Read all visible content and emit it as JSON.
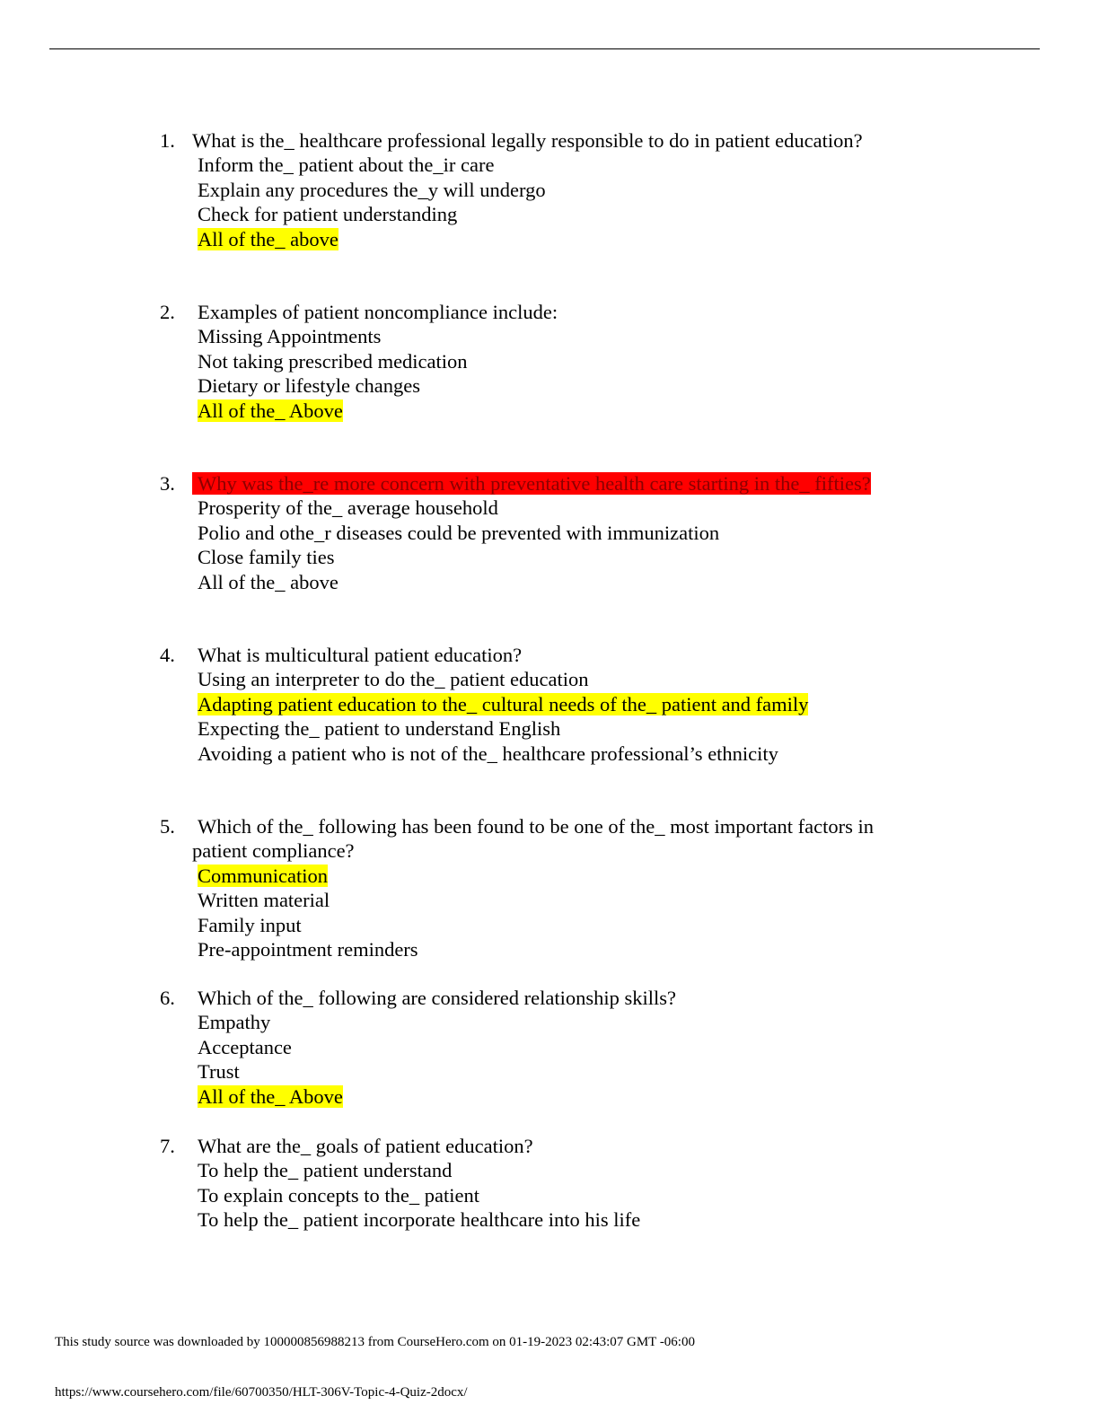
{
  "questions": [
    {
      "num": "1.",
      "text": "What is the_ healthcare professional legally responsible to do in patient education?",
      "options": [
        "Inform the_ patient about the_ir care",
        "Explain any procedures the_y will undergo",
        "Check for patient understanding",
        "All of the_ above"
      ],
      "highlight_option": 3
    },
    {
      "num": "2.",
      "text": "Examples of patient noncompliance include:",
      "options": [
        "Missing Appointments",
        "Not taking prescribed medication",
        "Dietary or lifestyle changes",
        "All of the_ Above"
      ],
      "highlight_option": 3
    },
    {
      "num": "3.",
      "text": "Why was the_re more concern with preventative health care starting in the_ fifties?",
      "options": [
        "Prosperity of the_ average household",
        "Polio and othe_r diseases could be prevented with immunization",
        "Close family ties",
        "All of the_ above"
      ],
      "highlight_question_color": "#ff0000"
    },
    {
      "num": "4.",
      "text": "What is multicultural patient education?",
      "options": [
        "Using an interpreter to do the_ patient education",
        "Adapting patient education to the_ cultural needs of the_ patient and family",
        "Expecting the_ patient to understand English",
        "Avoiding a patient who is not of the_ healthcare professional’s ethnicity"
      ],
      "highlight_option": 1
    },
    {
      "num": "5.",
      "text_line1": "Which of the_ following has been found to be one of the_ most important factors in",
      "text_line2": "patient compliance?",
      "options": [
        "Communication",
        "Written material",
        "Family input",
        "Pre-appointment reminders"
      ],
      "highlight_option": 0
    },
    {
      "num": "6.",
      "text": "Which of the_ following are considered relationship skills?",
      "options": [
        "Empathy",
        "Acceptance",
        "Trust",
        "All of the_ Above"
      ],
      "highlight_option": 3
    },
    {
      "num": "7.",
      "text": "What are the_ goals of patient education?",
      "options": [
        "To help the_ patient understand",
        "To explain concepts to the_ patient",
        "To help the_ patient incorporate healthcare into his life"
      ]
    }
  ],
  "highlight_color": "#ffff00",
  "footer": {
    "source_note": "This study source was downloaded by 100000856988213 from CourseHero.com on 01-19-2023 02:43:07 GMT -06:00",
    "url": "https://www.coursehero.com/file/60700350/HLT-306V-Topic-4-Quiz-2docx/"
  }
}
